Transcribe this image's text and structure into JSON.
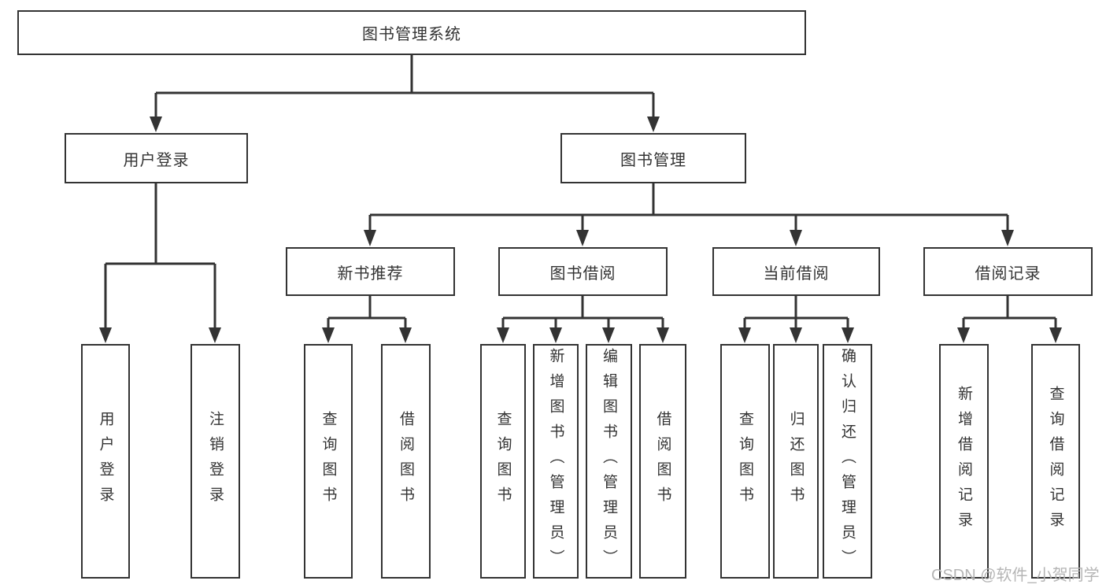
{
  "colors": {
    "line": "#333333",
    "text": "#333333",
    "watermark": "#b5b5b5",
    "background": "#ffffff"
  },
  "root": {
    "label": "图书管理系统",
    "children": [
      {
        "label": "用户登录",
        "children": [
          {
            "label": "用户登录"
          },
          {
            "label": "注销登录"
          }
        ]
      },
      {
        "label": "图书管理",
        "children": [
          {
            "label": "新书推荐",
            "children": [
              {
                "label": "查询图书"
              },
              {
                "label": "借阅图书"
              }
            ]
          },
          {
            "label": "图书借阅",
            "children": [
              {
                "label": "查询图书"
              },
              {
                "label": "新增图书（管理员）"
              },
              {
                "label": "编辑图书（管理员）"
              },
              {
                "label": "借阅图书"
              }
            ]
          },
          {
            "label": "当前借阅",
            "children": [
              {
                "label": "查询图书"
              },
              {
                "label": "归还图书"
              },
              {
                "label": "确认归还（管理员）"
              }
            ]
          },
          {
            "label": "借阅记录",
            "children": [
              {
                "label": "新增借阅记录"
              },
              {
                "label": "查询借阅记录"
              }
            ]
          }
        ]
      }
    ]
  },
  "watermark": {
    "text": "CSDN @软件_小贺同学"
  }
}
